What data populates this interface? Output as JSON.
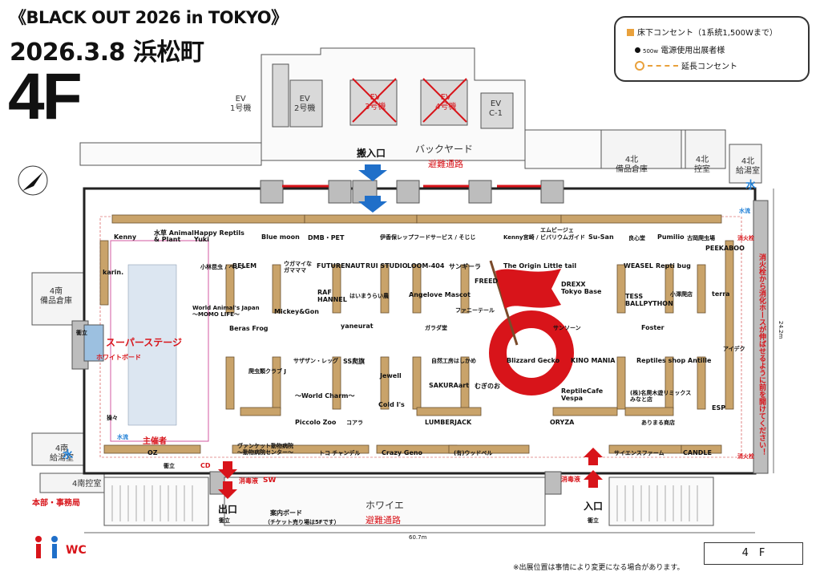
{
  "header": {
    "event_title": "《BLACK OUT 2026 in TOKYO》",
    "date_venue": "2026.3.8 浜松町",
    "floor": "4F"
  },
  "legend": {
    "outlet_label": "床下コンセント（1系統1,500Wまで）",
    "power_users_label": "電源使用出展者様",
    "power_mark": "500w",
    "extension_label": "延長コンセント"
  },
  "rooms": {
    "ev1": "EV\n1号機",
    "ev2": "EV\n2号機",
    "ev3": "EV\n3号機",
    "ev4": "EV\n4号機",
    "evc1": "EV\nC-1",
    "backyard": "バックヤード",
    "storage_4n": "4北\n備品倉庫",
    "control_4n": "4北\n控室",
    "kitchen_4n": "4北\n給湯室",
    "storage_4s": "4南\n備品倉庫",
    "kitchen_4s": "4南\n給湯室",
    "control_4s": "4南控室",
    "foyer": "ホワイエ"
  },
  "signs": {
    "entrance_in": "搬入口",
    "evac_route_top": "避難通路",
    "evac_route_bottom": "避難通路",
    "super_stage": "スーパーステージ",
    "white_board": "ホワイトボード",
    "organizer": "主催者",
    "hq": "本部・事務局",
    "exit": "出口",
    "entrance": "入口",
    "info_board": "案内ボード",
    "info_note": "（チケット売り場は5Fです）",
    "disinfect_left": "消毒液",
    "disinfect_right": "消毒液",
    "sw": "SW",
    "cd": "CD",
    "tsuitate_a": "衝立",
    "tsuitate_b": "衝立",
    "tsuitate_c": "衝立",
    "tsuitate_d": "衝立",
    "fire_hydrant_a": "消火栓",
    "fire_hydrant_b": "消火栓",
    "hydrant_note": "消火栓から消化ホースが伸ばせるように前を開けてください！",
    "water_a": "水",
    "water_b": "水",
    "water_flow_a": "水流",
    "water_flow_b": "水流",
    "wc": "WC",
    "width_dim": "60.7m",
    "height_dim": "24.2m"
  },
  "booths": {
    "kenny": "Kenny",
    "mizugi": "水草 Animal\n& Plant",
    "happy": "Happy Reptils\nYuki",
    "bluemoon": "Blue moon",
    "dmb": "DMB・PET",
    "ibaraki": "伊香保レップフードサービス / そじじ",
    "kenny_miyagi": "Kenny宮崎 / ビバリウムガイド",
    "epi": "エムビージェ",
    "susan": "Su-San",
    "mochi": "良心堂",
    "pumilio": "Pumilio",
    "kogawa": "古岡爬虫場",
    "peekaboo": "PEEKABOO",
    "karin": "karin.",
    "kobayashi": "小林昆虫 / ベレン",
    "belem": "BELEM",
    "ugamai": "ウガマイな\nガマママ",
    "futurenaut": "FUTURENAUT",
    "rui": "RUI STUDIO",
    "loom": "LOOM-404",
    "sangira": "サンギーラ",
    "origin": "The Origin",
    "littlet": "Little tail",
    "weasel": "WEASEL",
    "reptibug": "Repti bug",
    "freed": "FREED",
    "raf": "RAF\nHANNEL",
    "haijumurai": "はいまうらい農",
    "angelove": "Angelove Mascot",
    "fanitel": "ファニーテール",
    "drexx": "DREXX\nTokyo Base",
    "tess": "TESS\nBALLPYTHON",
    "koukyu": "小澤爬店",
    "terra": "terra",
    "world_animal": "World Animal's Japan\n〜MOMO LIFE〜",
    "mickey": "Mickey&Gon",
    "yaneurat": "yaneurat",
    "garagado": "ガラダ堂",
    "sunson": "サンソーン",
    "foster": "Foster",
    "aideku": "アイデク",
    "berasfrog": "Beras Frog",
    "sasan": "サザザン・レッグ",
    "ssfuu": "SS爬旗",
    "jewell": "Jewell",
    "jijiya": "自然工房はしかめ",
    "blizzard": "Blizzard Gecko",
    "kinomania": "KINO MANIA",
    "reptiles_antille": "Reptiles shop Antille",
    "yokai": "爬虫類クラブ J",
    "worldcharm": "〜World Charm〜",
    "coldis": "Cold I's",
    "sakura": "SAKURAart",
    "muzuo": "むぎのお",
    "reptilecafe": "ReptileCafe\nVespa",
    "meishi": "(株)名爬木遊リミックス\nみなと店",
    "esp": "ESP",
    "soraso": "操々",
    "piccolo": "Piccolo Zoo",
    "koara": "コアラ",
    "lumberjack": "LUMBERJACK",
    "oryza": "ORYZA",
    "arimaru": "ありまる商店",
    "oz": "OZ",
    "vanguard": "ヴァンケット動物病院\n〜動物病院センター〜",
    "toko": "トコ チャンデル",
    "crazygeno": "Crazy Geno",
    "woodbell": "(有)ウッドベル",
    "science": "サイエンスファーム",
    "candle": "CANDLE"
  },
  "footer": {
    "note": "※出展位置は事情により変更になる場合があります。",
    "floor_box": "4　F"
  }
}
